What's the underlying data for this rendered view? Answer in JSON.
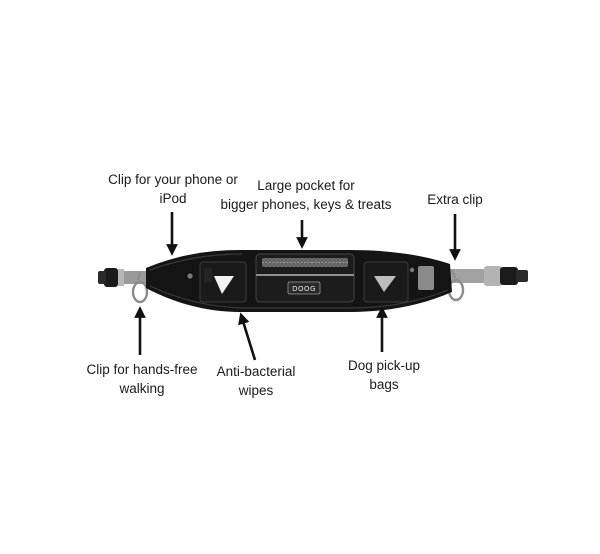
{
  "labels": {
    "phone_clip": [
      "Clip for your phone or",
      "iPod"
    ],
    "large_pocket": [
      "Large pocket for",
      "bigger phones, keys & treats"
    ],
    "extra_clip": [
      "Extra clip"
    ],
    "hands_free_clip": [
      "Clip for hands-free",
      "walking"
    ],
    "wipes": [
      "Anti-bacterial",
      "wipes"
    ],
    "bags": [
      "Dog pick-up",
      "bags"
    ]
  },
  "product": {
    "brand": "DOOG"
  },
  "colors": {
    "belt": "#141414",
    "strap": "#9a9a9a",
    "mesh": "#6d6d6d",
    "text": "#1a1a1a"
  }
}
